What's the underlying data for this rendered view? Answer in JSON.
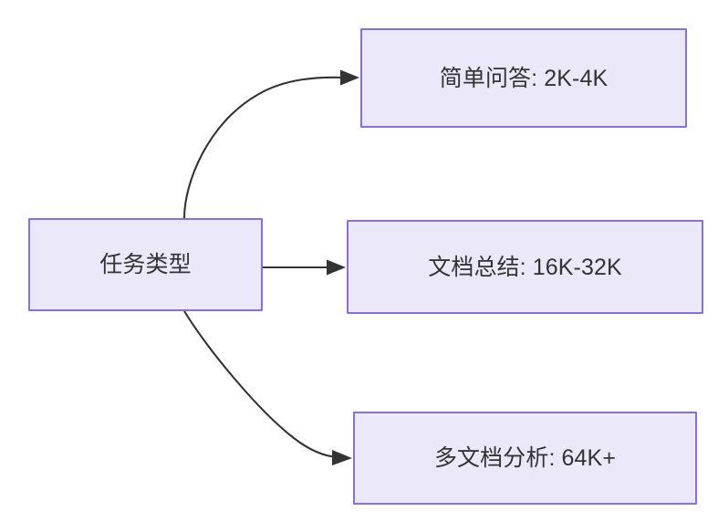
{
  "diagram": {
    "title": "任务类型",
    "type": "flowchart",
    "direction": "left-to-right",
    "background_color": "#ffffff",
    "node_fill_color": "#ebe8fa",
    "node_border_color": "#8b6fd4",
    "node_text_color": "#333333",
    "edge_color": "#333333",
    "nodes": [
      {
        "id": "source",
        "label": "任务类型",
        "role": "root"
      },
      {
        "id": "simple_qa",
        "label": "简单问答: 2K-4K",
        "role": "leaf",
        "category": "简单问答",
        "range": "2K-4K"
      },
      {
        "id": "doc_summary",
        "label": "文档总结: 16K-32K",
        "role": "leaf",
        "category": "文档总结",
        "range": "16K-32K"
      },
      {
        "id": "multi_doc",
        "label": "多文档分析: 64K+",
        "role": "leaf",
        "category": "多文档分析",
        "range": "64K+"
      }
    ],
    "edges": [
      {
        "id": "edge-source-simple-qa",
        "from": "source",
        "to": "simple_qa",
        "label": "",
        "style": "curved-arrow"
      },
      {
        "id": "edge-source-doc-summary",
        "from": "source",
        "to": "doc_summary",
        "label": "",
        "style": "straight-arrow"
      },
      {
        "id": "edge-source-multi-doc",
        "from": "source",
        "to": "multi_doc",
        "label": "",
        "style": "curved-arrow"
      }
    ]
  }
}
